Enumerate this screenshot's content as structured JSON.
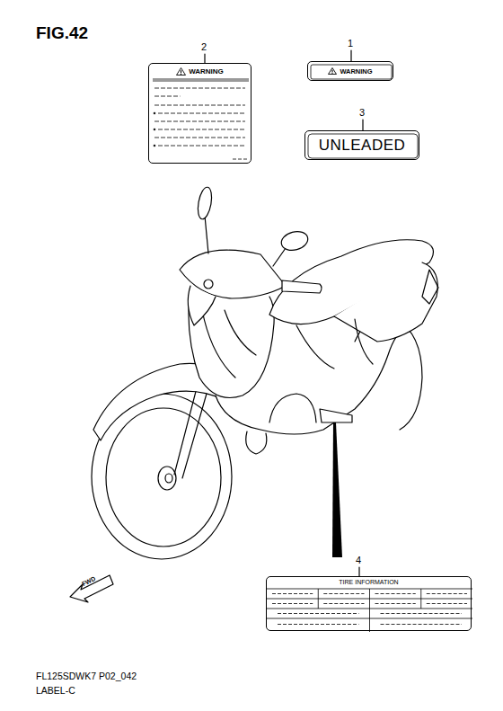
{
  "diagram": {
    "title": "FIG.42",
    "nodes": [
      {
        "text": [
          "WARNING"
        ]
      },
      {
        "text": [
          "WARNING"
        ]
      },
      {
        "text": [
          "UNLEADED"
        ]
      },
      {
        "text": [
          "TIRE INFORMATION"
        ]
      }
    ],
    "labels": [
      "2",
      "1",
      "3",
      "4",
      "FWD",
      "FL125SDWK7 P02_042",
      "LABEL-C"
    ]
  }
}
